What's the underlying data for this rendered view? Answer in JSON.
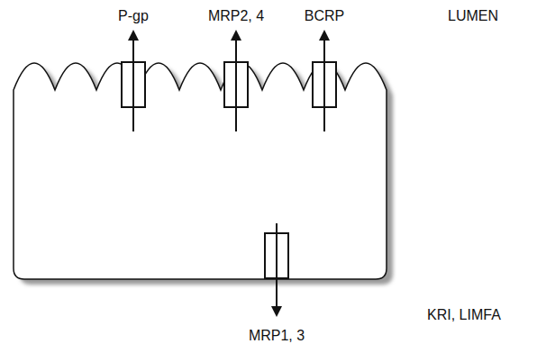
{
  "diagram": {
    "nodes": [
      {
        "text": [
          "P-gp"
        ]
      },
      {
        "text": [
          "MRP2, 4"
        ]
      },
      {
        "text": [
          "BCRP"
        ]
      },
      {
        "text": [
          "MRP1, 3"
        ]
      }
    ],
    "labels": [
      "LUMEN",
      "KRI, LIMFA"
    ]
  }
}
